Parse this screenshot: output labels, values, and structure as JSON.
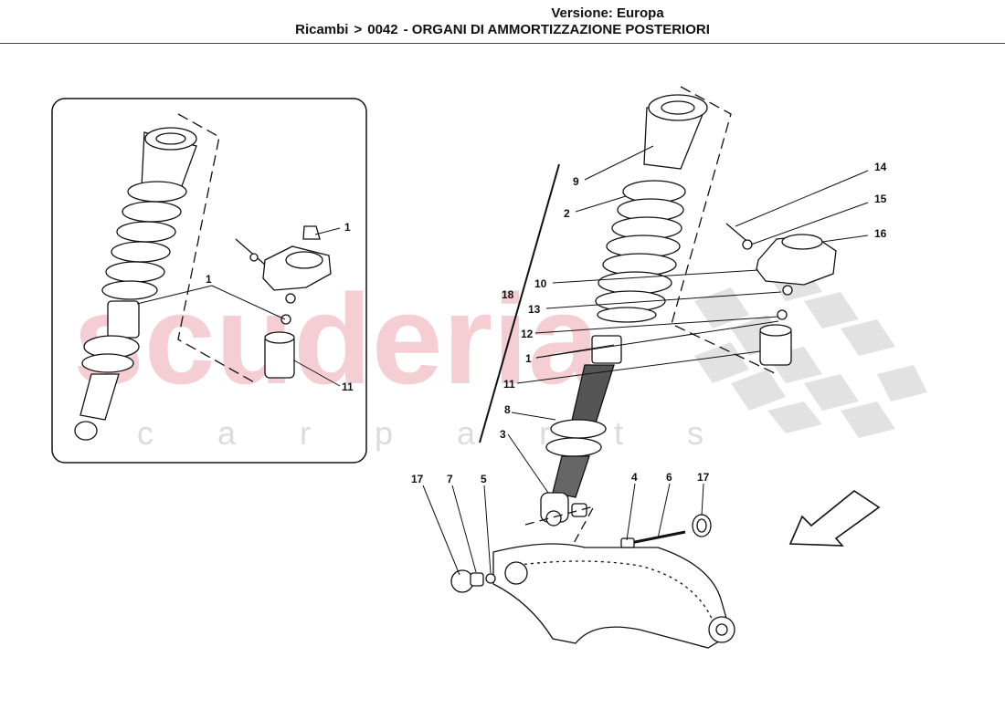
{
  "header": {
    "version": "Versione: Europa",
    "breadcrumb_root": "Ricambi",
    "separator": ">",
    "section_code": "0042",
    "section_title": "- ORGANI DI AMMORTIZZAZIONE POSTERIORI"
  },
  "watermark": {
    "brand": "scuderia",
    "sub": "c a r   p a r t s"
  },
  "inset_callouts": [
    "1",
    "1",
    "11"
  ],
  "main_callouts": [
    "14",
    "15",
    "16",
    "9",
    "2",
    "10",
    "18",
    "13",
    "12",
    "1",
    "11",
    "8",
    "3",
    "17",
    "7",
    "5",
    "4",
    "6",
    "17"
  ],
  "colors": {
    "line": "#111111",
    "watermark": "#f3c6cc",
    "checker": "#dcdcdc"
  }
}
